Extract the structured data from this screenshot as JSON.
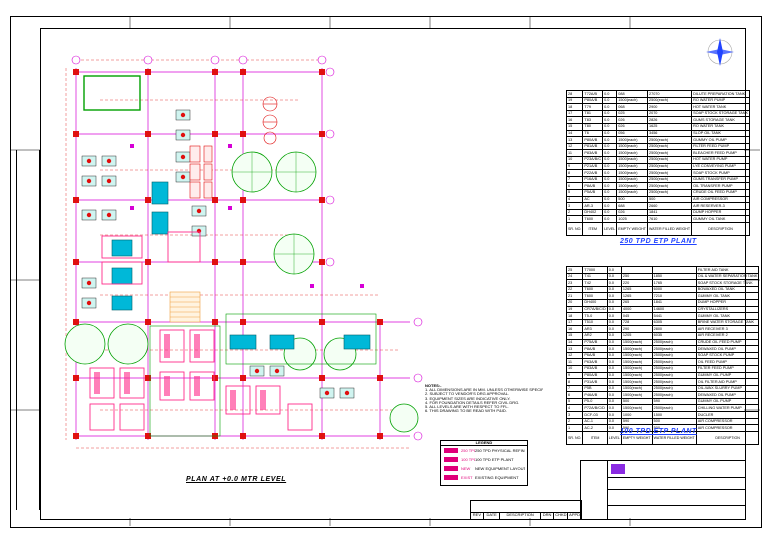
{
  "drawing": {
    "top_left_code": "",
    "top_right_code": "",
    "plan_title": "PLAN AT +0.0 MTR LEVEL",
    "tank_box_label_1": "",
    "tank_box_label_2": ""
  },
  "table_250": {
    "title": "250 TPD ETP PLANT",
    "headers": [
      "SR. NO.",
      "ITEM",
      "LEVEL",
      "EMPTY WEIGHT",
      "WATER FILLED WEIGHT",
      "DESCRIPTION"
    ],
    "rows": [
      [
        "28",
        "T72A/B",
        "0.0",
        "088",
        "27070",
        "DILUTE PREPARATION TANK"
      ],
      [
        "19",
        "P80A/B",
        "0.0",
        "1500(each)",
        "2500(each)",
        "RO WATER PUMP"
      ],
      [
        "18",
        "T79",
        "0.0",
        "068",
        "2900",
        "HOT WATER TANK"
      ],
      [
        "17",
        "T81",
        "0.0",
        "025",
        "2070",
        "SOAP STOCK STORAGE TANK"
      ],
      [
        "16",
        "T83",
        "0.0",
        "026",
        "2826",
        "GUMS STORAGE TANK"
      ],
      [
        "15",
        "T80",
        "0.0",
        "026",
        "1625",
        "RO WATER TANK"
      ],
      [
        "14",
        "T6",
        "0.0",
        "056",
        "3456",
        "SLOP OIL TANK"
      ],
      [
        "13",
        "P80A/B",
        "0.0",
        "1500(each)",
        "2500(each)",
        "GUMMY OIL PUMP"
      ],
      [
        "12",
        "P81A/B",
        "0.0",
        "1500(each)",
        "2500(each)",
        "FILTER FEED PUMP"
      ],
      [
        "11",
        "P83A/B",
        "0.0",
        "1500(each)",
        "2500(each)",
        "BLEACHER FEED PUMP"
      ],
      [
        "10",
        "P23A/B/C",
        "0.0",
        "1500(each)",
        "2500(each)",
        "HOT WATER PUMP"
      ],
      [
        "9",
        "P21A/B",
        "0.0",
        "1500(each)",
        "2500(each)",
        "LYE CONVEYING PUMP"
      ],
      [
        "8",
        "P22A/B",
        "0.0",
        "1500(each)",
        "2500(each)",
        "SOAP STOCK PUMP"
      ],
      [
        "7",
        "P16A/B",
        "0.0",
        "1500(each)",
        "2500(each)",
        "GUMS TRANSFER PUMP"
      ],
      [
        "6",
        "P8A/B",
        "0.0",
        "1500(each)",
        "2500(each)",
        "OIL TRANSFER PUMP"
      ],
      [
        "5",
        "P5A/B",
        "0.0",
        "1500(each)",
        "2500(each)",
        "CRUDE OIL FEED PUMP"
      ],
      [
        "4",
        "AC",
        "0.0",
        "500",
        "500",
        "AIR COMPRESSOR"
      ],
      [
        "3",
        "AR-3",
        "0.0",
        "688",
        "2660",
        "AIR RESERVER-3"
      ],
      [
        "2",
        "DH402",
        "0.0",
        "026",
        "1841",
        "DUMP HOPPER"
      ],
      [
        "1",
        "T600",
        "0.0",
        "1025",
        "7610",
        "GUMMY OIL TANK"
      ]
    ]
  },
  "table_100": {
    "title": "100 TPD ETP PLANT",
    "headers": [
      "SR. NO.",
      "ITEM",
      "LEVEL",
      "EMPTY WEIGHT",
      "WATER FILLED WEIGHT",
      "DESCRIPTION"
    ],
    "rows": [
      [
        "25",
        "T7000",
        "0.0",
        "",
        "",
        "FILTER AID TANK"
      ],
      [
        "24",
        "T41",
        "0.0",
        "250",
        "1850",
        "OIL & WATER SEPARATION TANK"
      ],
      [
        "23",
        "T42",
        "0.0",
        "220",
        "1765",
        "SOAP STOCK STORAGE TANK"
      ],
      [
        "22",
        "T600",
        "0.0",
        "1265",
        "6000",
        "BOWAXED OIL TANK"
      ],
      [
        "21",
        "T600",
        "0.0",
        "1265",
        "7210",
        "GUMMY OIL TANK"
      ],
      [
        "20",
        "DH400",
        "0.0",
        "265",
        "1841",
        "DUMP HOPPER"
      ],
      [
        "19",
        "CR7A/B/C/D",
        "0.0",
        "4000",
        "14600",
        "CRYSTALLIZERS"
      ],
      [
        "18",
        "T5-0",
        "0.0",
        "045",
        "5441",
        "GUMMY OIL TANK"
      ],
      [
        "17",
        "T510",
        "0.0",
        "728",
        "6305",
        "BRINE WATER STORAGE TANK"
      ],
      [
        "16",
        "AR3",
        "0.0",
        "290",
        "2800",
        "AIR RECEIVER 3"
      ],
      [
        "15",
        "AR2",
        "0.0",
        "1205",
        "6035",
        "AIR RECEIVER 2"
      ],
      [
        "14",
        "P75A/B",
        "0.0",
        "1500(each)",
        "2500(each)",
        "CRUDE OIL FEED PUMP"
      ],
      [
        "13",
        "P8A/B",
        "0.0",
        "1500(each)",
        "2500(each)",
        "DEWAXED OIL PUMP"
      ],
      [
        "12",
        "P6A/B",
        "0.0",
        "1500(each)",
        "2500(each)",
        "SOAP STOCK PUMP"
      ],
      [
        "11",
        "P63A/B",
        "0.0",
        "1500(each)",
        "2500(each)",
        "OIL FEED PUMP"
      ],
      [
        "10",
        "P83A/B",
        "0.0",
        "1500(each)",
        "2500(each)",
        "FILTER FEED PUMP"
      ],
      [
        "9",
        "P80A/B",
        "0.0",
        "1500(each)",
        "2500(each)",
        "GUMMY OIL PUMP"
      ],
      [
        "8",
        "P31A/B",
        "0.0",
        "1500(each)",
        "2500(each)",
        "OIL FILTER AID PUMP"
      ],
      [
        "7",
        "P5B",
        "0.0",
        "1500(each)",
        "2500(each)",
        "OIL-WAX SLURRY PUMP"
      ],
      [
        "6",
        "P46A/B",
        "0.0",
        "1500(each)",
        "2500(each)",
        "DEWAXED OIL PUMP"
      ],
      [
        "5",
        "P5-0",
        "0.0",
        "500",
        "590",
        "GUMMY OIL PUMP"
      ],
      [
        "4",
        "P72A/B/C/D",
        "0.0",
        "1500(each)",
        "2500(each)",
        "CHILLING WATER PUMP"
      ],
      [
        "3",
        "DCF-03",
        "0.0",
        "1000",
        "1500",
        "DUCLER"
      ],
      [
        "2",
        "AC-1",
        "0.0",
        "590",
        "500",
        "AIR COMPRESSOR"
      ],
      [
        "1",
        "AC-2",
        "0.0",
        "590",
        "500",
        "AIR COMPRESSOR"
      ]
    ]
  },
  "notes": {
    "heading": "NOTES:-",
    "lines": [
      "1. ALL DIMENSIONS ARE IN MM. UNLESS OTHERWISE SPECIFIED.",
      "2. SUBJECT TO VENDOR'S DRG APPROVAL.",
      "3. EQUIPMENT SIZES ARE INDICATIVE ONLY.",
      "4. FOR FOUNDATION DETAILS REFER CIVIL DRG.",
      "5. ALL LEVELS ARE WITH RESPECT TO FFL.",
      "6. THIS DRAWING TO BE READ WITH P&ID."
    ]
  },
  "legend": {
    "heading": "LEGEND",
    "items": [
      {
        "tag": "250 TPD",
        "text": "250 TPD PHYSICAL REFINERY",
        "color": "#e0007a"
      },
      {
        "tag": "100 TPD",
        "text": "100 TPD ETP PLANT",
        "color": "#e0007a"
      },
      {
        "tag": "NEW",
        "text": "NEW EQUIPMENT LAYOUT",
        "color": "#e0007a"
      },
      {
        "tag": "EXIST",
        "text": "EXISTING EQUIPMENT",
        "color": "#e0007a"
      }
    ]
  },
  "title_block": {
    "company": "",
    "subtitle": "",
    "project": "",
    "drawing_title": "",
    "drawing_no": "",
    "rev": ""
  },
  "revision_table": {
    "headers": [
      "REV",
      "DATE",
      "DESCRIPTION",
      "DRN",
      "CHKD",
      "APPD"
    ]
  },
  "left_margin_text": "",
  "colors": {
    "magenta": "#d600d6",
    "pink": "#ff2b8a",
    "red": "#e01010",
    "green": "#00a000",
    "cyan": "#00b8d8",
    "teal": "#008080",
    "blue": "#2244ff",
    "orange": "#f0a040"
  }
}
